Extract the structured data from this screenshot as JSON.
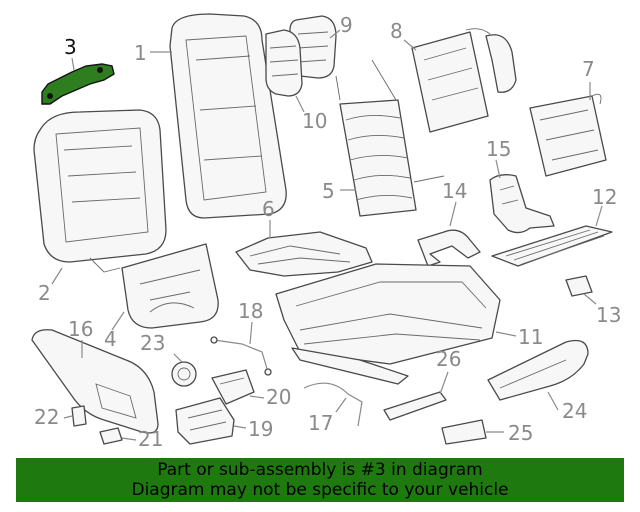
{
  "callouts": [
    "1",
    "2",
    "3",
    "4",
    "5",
    "6",
    "7",
    "8",
    "9",
    "10",
    "11",
    "12",
    "13",
    "14",
    "15",
    "16",
    "17",
    "18",
    "19",
    "20",
    "21",
    "22",
    "23",
    "24",
    "25",
    "26"
  ],
  "highlighted_part": "3",
  "banner": {
    "line1": "Part or sub-assembly is #3 in diagram",
    "line2": "Diagram may not be specific to your vehicle"
  },
  "colors": {
    "banner_bg": "#1e7a0e",
    "highlight": "#2e7d1e",
    "callout_text": "#8a8a8a"
  }
}
